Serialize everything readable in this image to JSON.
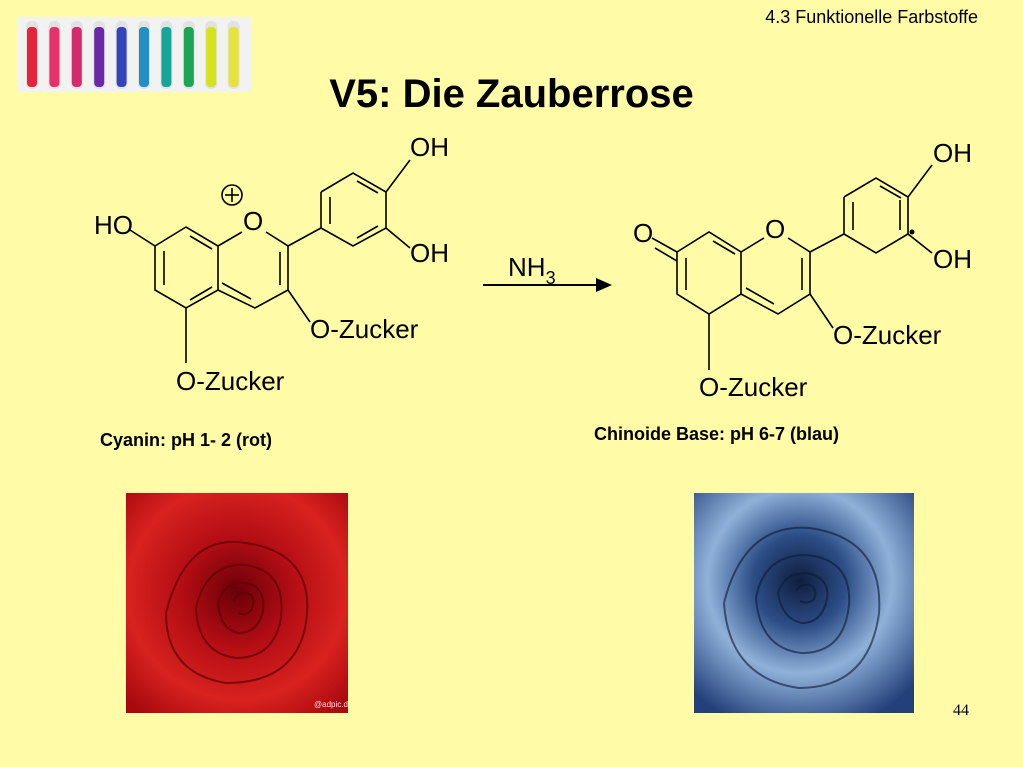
{
  "header": {
    "section": "4.3 Funktionelle Farbstoffe",
    "title": "V5: Die Zauberrose"
  },
  "tubes": {
    "colors": [
      "#e8213c",
      "#e8306a",
      "#d42a6e",
      "#6a2aa8",
      "#3345b8",
      "#1f8fc4",
      "#16a59a",
      "#1ca555",
      "#d6e21a",
      "#e6e43a"
    ]
  },
  "structures": {
    "left": {
      "oh_top": "OH",
      "oh_mid": "OH",
      "ho": "HO",
      "ring_o": "O",
      "o_zucker_right": "O-Zucker",
      "o_zucker_bottom": "O-Zucker",
      "caption": "Cyanin: pH 1- 2 (rot)"
    },
    "reagent": {
      "text": "NH",
      "sub": "3"
    },
    "right": {
      "oh_top": "OH",
      "oh_mid": "OH",
      "carbonyl_o": "O",
      "ring_o": "O",
      "o_zucker_right": "O-Zucker",
      "o_zucker_bottom": "O-Zucker",
      "caption": "Chinoide Base: pH 6-7 (blau)"
    }
  },
  "photos": {
    "red_watermark": "@adpic.de"
  },
  "footer": {
    "page_number": "44"
  },
  "colors": {
    "background": "#FFFBA6",
    "red_rose": "#c8131a",
    "blue_rose": "#3f64a8"
  }
}
